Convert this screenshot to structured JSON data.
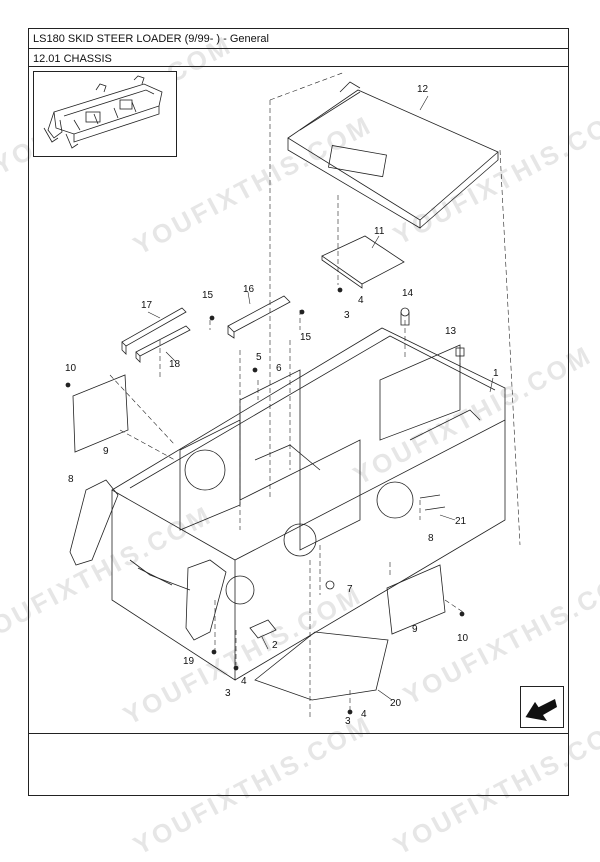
{
  "header": {
    "title": "LS180 SKID STEER LOADER (9/99- ) - General",
    "section": "12.01 CHASSIS"
  },
  "watermark": "YOUFIXTHIS.COM",
  "callouts": {
    "c1": "1",
    "c2": "2",
    "c3a": "3",
    "c3b": "3",
    "c3c": "3",
    "c4a": "4",
    "c4b": "4",
    "c4c": "4",
    "c5": "5",
    "c6": "6",
    "c7": "7",
    "c8a": "8",
    "c8b": "8",
    "c9a": "9",
    "c9b": "9",
    "c10a": "10",
    "c10b": "10",
    "c11": "11",
    "c12": "12",
    "c13": "13",
    "c14": "14",
    "c15a": "15",
    "c15b": "15",
    "c16": "16",
    "c17": "17",
    "c18": "18",
    "c19": "19",
    "c20": "20",
    "c21": "21"
  },
  "icons": {
    "thumbnail": "chassis-thumbnail-icon",
    "nav": "next-page-arrow-icon"
  }
}
